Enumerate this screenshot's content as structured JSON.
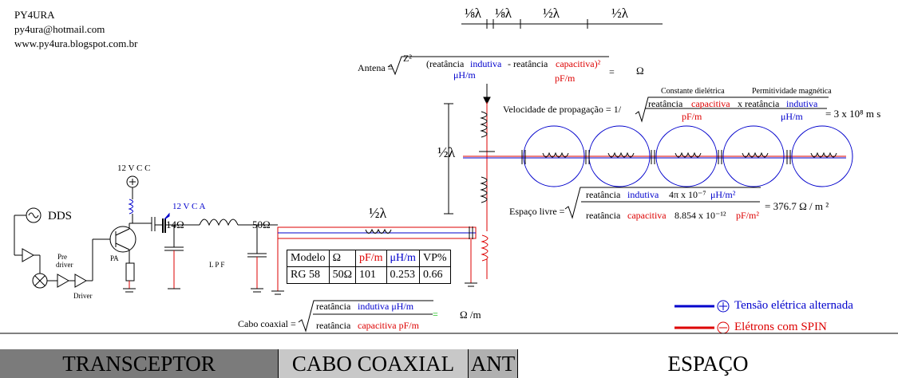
{
  "author": {
    "call": "PY4URA",
    "email": "py4ura@hotmail.com",
    "site": "www.py4ura.blogspot.com.br"
  },
  "top_scale": {
    "eighth1": "⅛λ",
    "eighth2": "⅛λ",
    "half1": "½λ",
    "half2": "½λ"
  },
  "antenna_formula": {
    "prefix": "Antena =",
    "z2": "Z²",
    "open": "(reatância",
    "ind": "indutiva",
    "mid": "- reatância",
    "cap": "capacitiva)²",
    "unit_ind": "μH/m",
    "unit_cap": "pF/m",
    "eq": "=",
    "omega": "Ω"
  },
  "velocity": {
    "constante": "Constante dielétrica",
    "permit": "Permitividade magnética",
    "prefix": "Velocidade de propagação = 1/",
    "cap1": "reatância",
    "cap2": "capacitiva",
    "times": "x reatância",
    "ind": "indutiva",
    "pf": "pF/m",
    "uh": "μH/m",
    "result": "= 3 x 10⁸ m s"
  },
  "half_lambda_vertical": "½λ",
  "half_lambda_coax": "½λ",
  "free_space": {
    "prefix": "Espaço livre =",
    "num1": "reatância",
    "num2": "indutiva",
    "num3": "4π x 10⁻⁷",
    "num4": "μH/m²",
    "den1": "reatância",
    "den2": "capacitiva",
    "den3": "8.854 x 10⁻¹²",
    "den4": "pF/m²",
    "result": "= 376.7 Ω / m ²"
  },
  "circuit_labels": {
    "vcc": "12 V C C",
    "vca": "12 V C A",
    "dds": "DDS",
    "pre": "Pre",
    "driver1": "driver",
    "driver2": "Driver",
    "pa": "PA",
    "r14": "14Ω",
    "lpf": "L P F",
    "r50": "50Ω"
  },
  "coax_table": {
    "headers": [
      "Modelo",
      "Ω",
      "pF/m",
      "μH/m",
      "VP%"
    ],
    "row": [
      "RG 58",
      "50Ω",
      "101",
      "0.253",
      "0.66"
    ]
  },
  "coax_formula": {
    "prefix": "Cabo coaxial =",
    "n1": "reatância",
    "n2": "indutiva μH/m",
    "d1": "reatância",
    "d2": "capacitiva pF/m",
    "eq": "=",
    "unit": "Ω /m"
  },
  "legend": {
    "blue_label": "Tensão elétrica alternada",
    "red_label": "Elétrons com SPIN",
    "plus": "+",
    "minus": "−"
  },
  "bands": [
    "TRANSCEPTOR",
    "CABO COAXIAL",
    "ANT",
    "ESPAÇO"
  ],
  "colors": {
    "blue": "#0000cc",
    "red": "#dd0000",
    "band1": "#7b7b7b",
    "band2": "#c8c8c8",
    "band3": "#b0b0b0"
  }
}
